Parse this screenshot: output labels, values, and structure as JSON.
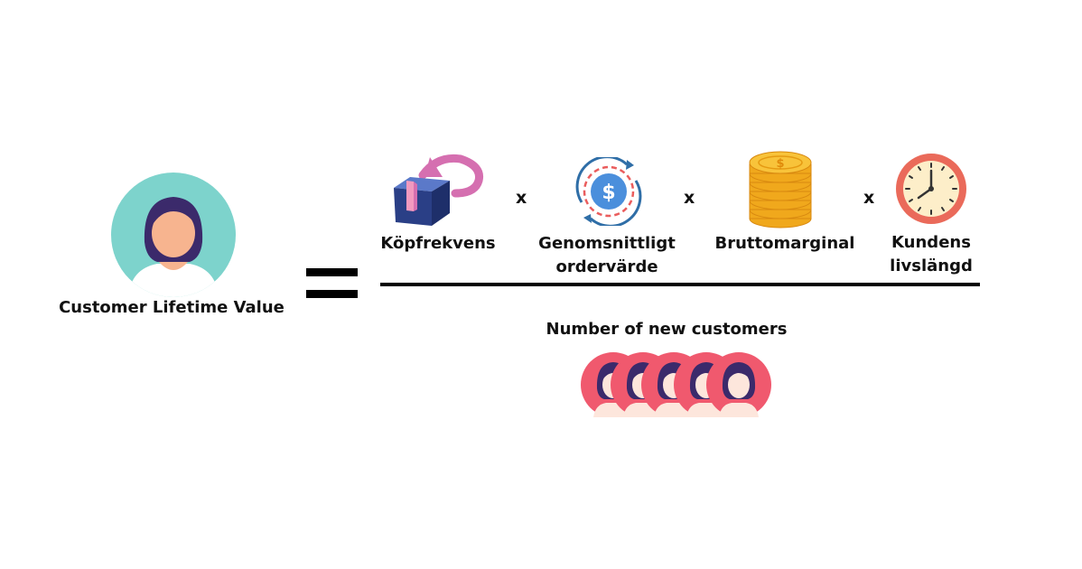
{
  "left": {
    "label": "Customer Lifetime Value"
  },
  "factors": [
    {
      "label": "Köpfrekvens",
      "icon": "package-return-icon"
    },
    {
      "label": "Genomsnittligt\nordervärde",
      "icon": "dollar-cycle-icon"
    },
    {
      "label": "Bruttomarginal",
      "icon": "coin-stack-icon"
    },
    {
      "label": "Kundens\nlivslängd",
      "icon": "clock-icon"
    }
  ],
  "operators": [
    "x",
    "x",
    "x"
  ],
  "denominator": {
    "label": "Number of new customers",
    "icon": "customer-group-icon",
    "avatar_count": 5
  },
  "colors": {
    "left_avatar_bg": "#7dd3cc",
    "group_avatar_bg": "#f0596e",
    "hair": "#3b2a6b",
    "skin": "#f7b48f"
  }
}
